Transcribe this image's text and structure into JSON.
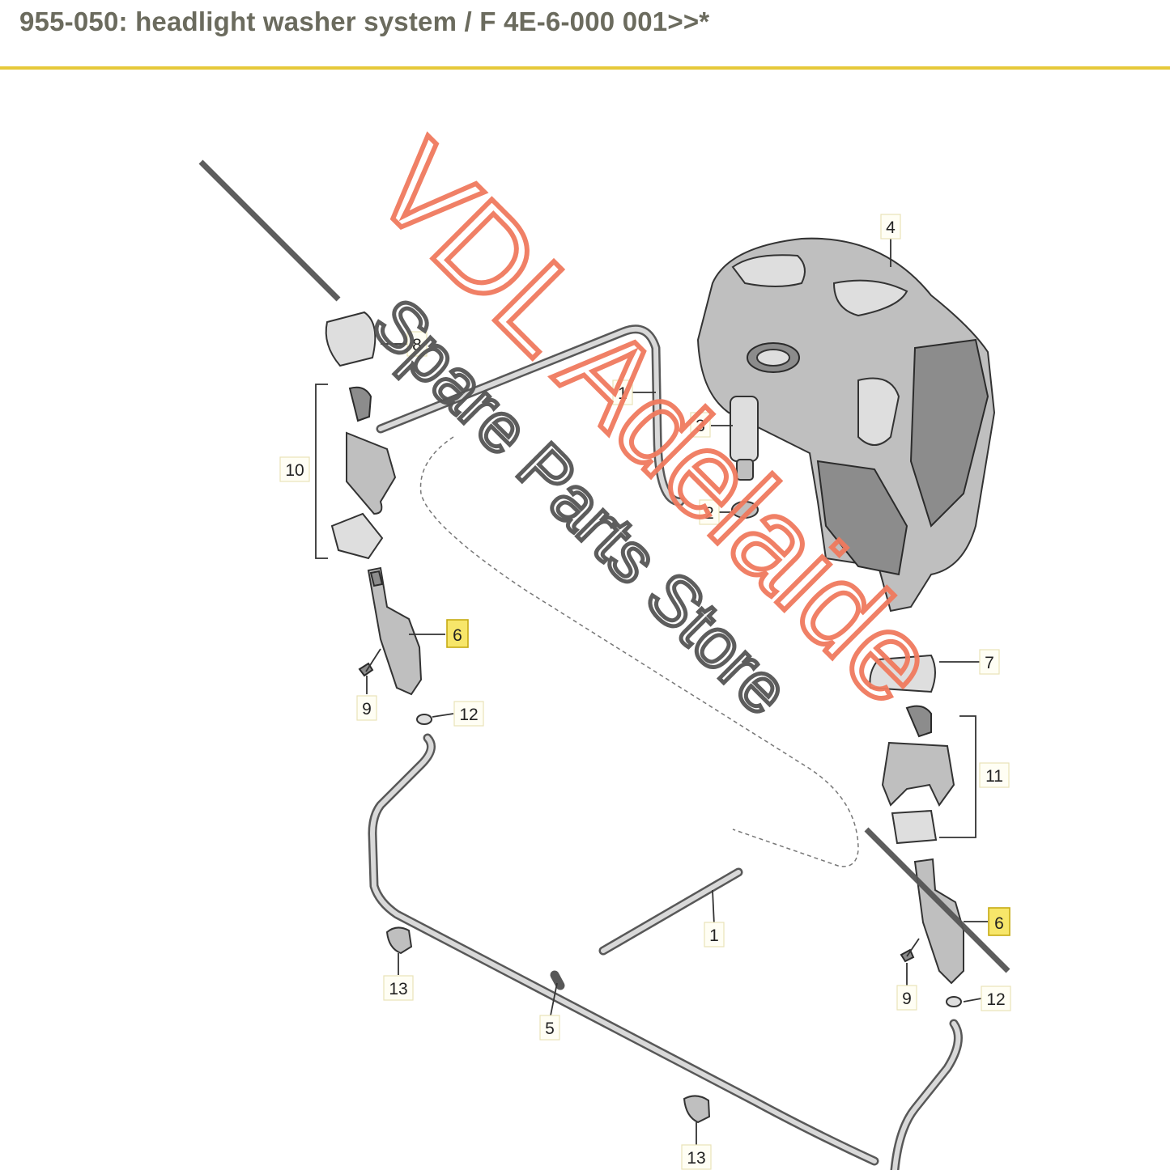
{
  "header": {
    "title": "955-050: headlight washer system / F 4E-6-000 001>>*"
  },
  "watermark": {
    "line1": "VDL Adelaide",
    "line2": "Spare Parts Store",
    "color1": "#f07a5e",
    "color2": "#555555"
  },
  "colors": {
    "accent": "#e6c93a",
    "highlight": "#f7e66a"
  },
  "callouts": [
    {
      "id": "c4",
      "label": "4"
    },
    {
      "id": "c8",
      "label": "8"
    },
    {
      "id": "c1a",
      "label": "1"
    },
    {
      "id": "c3",
      "label": "3"
    },
    {
      "id": "c10",
      "label": "10"
    },
    {
      "id": "c2",
      "label": "2"
    },
    {
      "id": "c6a",
      "label": "6",
      "highlighted": true
    },
    {
      "id": "c9a",
      "label": "9"
    },
    {
      "id": "c12a",
      "label": "12"
    },
    {
      "id": "c7",
      "label": "7"
    },
    {
      "id": "c11",
      "label": "11"
    },
    {
      "id": "c6b",
      "label": "6",
      "highlighted": true
    },
    {
      "id": "c1b",
      "label": "1"
    },
    {
      "id": "c13a",
      "label": "13"
    },
    {
      "id": "c9b",
      "label": "9"
    },
    {
      "id": "c12b",
      "label": "12"
    },
    {
      "id": "c5",
      "label": "5"
    },
    {
      "id": "c13b",
      "label": "13"
    }
  ]
}
